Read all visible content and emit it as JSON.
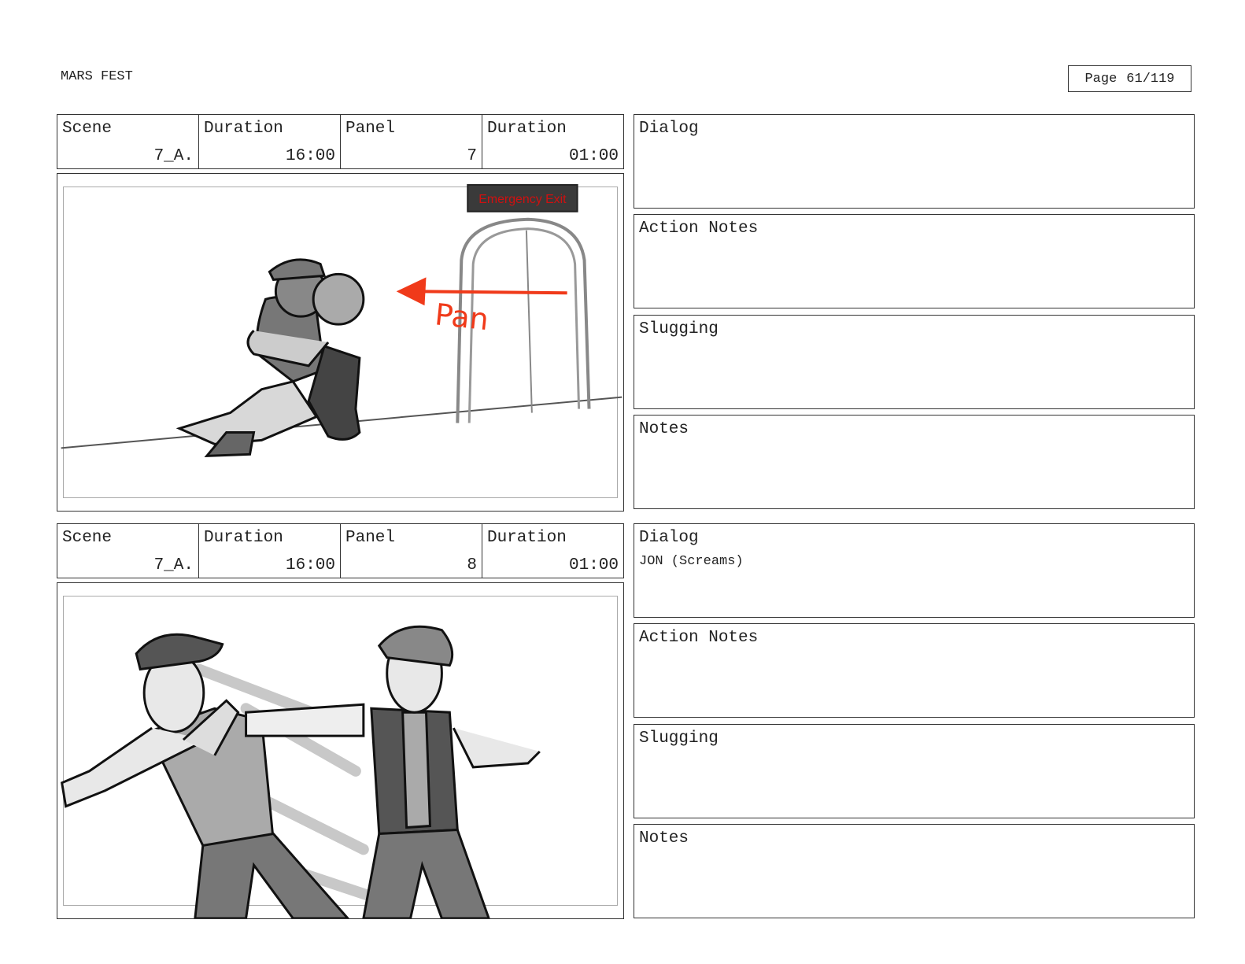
{
  "document": {
    "title": "MARS FEST",
    "page_label": "Page",
    "page_value": "61/119"
  },
  "panels": [
    {
      "scene_label": "Scene",
      "scene": "7_A.",
      "scene_duration_label": "Duration",
      "scene_duration": "16:00",
      "panel_label": "Panel",
      "panel": "7",
      "panel_duration_label": "Duration",
      "panel_duration": "01:00",
      "sign_text": "Emergency Exit",
      "camera_note": "Pan",
      "dialog_label": "Dialog",
      "dialog": "",
      "action_notes_label": "Action Notes",
      "action_notes": "",
      "slugging_label": "Slugging",
      "slugging": "",
      "notes_label": "Notes",
      "notes": ""
    },
    {
      "scene_label": "Scene",
      "scene": "7_A.",
      "scene_duration_label": "Duration",
      "scene_duration": "16:00",
      "panel_label": "Panel",
      "panel": "8",
      "panel_duration_label": "Duration",
      "panel_duration": "01:00",
      "dialog_label": "Dialog",
      "dialog": "JON (Screams)",
      "action_notes_label": "Action Notes",
      "action_notes": "",
      "slugging_label": "Slugging",
      "slugging": "",
      "notes_label": "Notes",
      "notes": ""
    }
  ],
  "colors": {
    "accent_red": "#f03a1a",
    "sign_bg": "#3a3a3a",
    "ink": "#222222"
  }
}
